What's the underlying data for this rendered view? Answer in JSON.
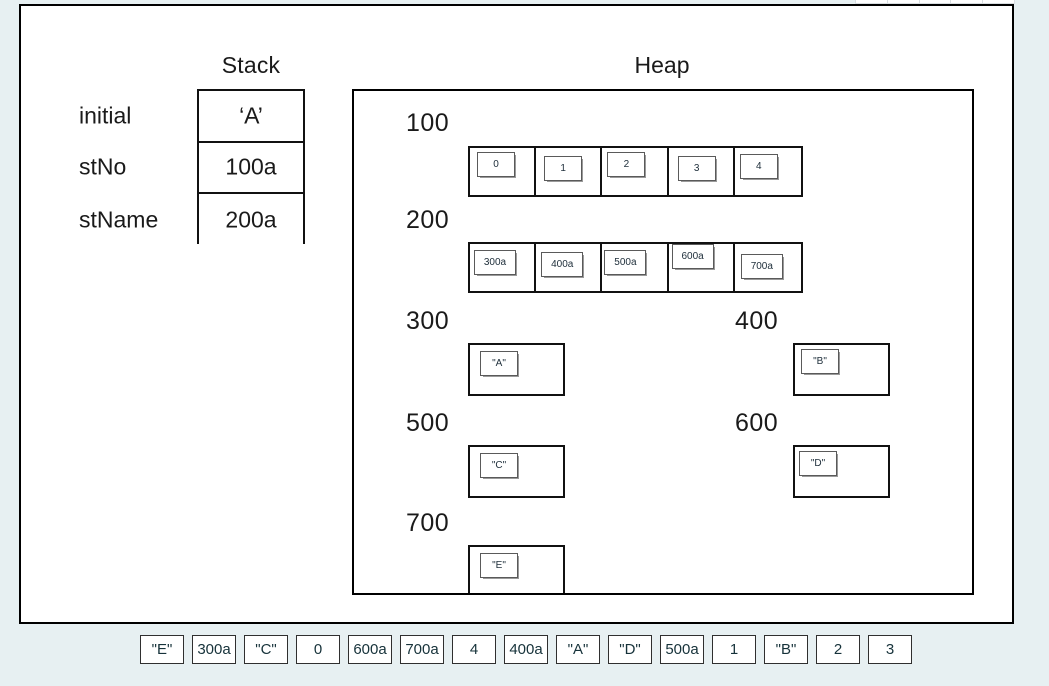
{
  "background_color": "#e7f0f2",
  "panel_color": "#ffffff",
  "top_strip": {
    "name": "clipped-table-strip",
    "cells": [
      "",
      "",
      "",
      "",
      ""
    ]
  },
  "stack": {
    "title": "Stack",
    "rows": [
      {
        "label": "initial",
        "value": "‘A’"
      },
      {
        "label": "stNo",
        "value": "100a"
      },
      {
        "label": "stName",
        "value": "200a"
      }
    ]
  },
  "heap": {
    "title": "Heap",
    "array_rows": [
      {
        "address": "100",
        "slots": [
          {
            "value": "0"
          },
          {
            "value": "1"
          },
          {
            "value": "2"
          },
          {
            "value": "3"
          },
          {
            "value": "4"
          }
        ]
      },
      {
        "address": "200",
        "slots": [
          {
            "value": "300a"
          },
          {
            "value": "400a"
          },
          {
            "value": "500a"
          },
          {
            "value": "600a"
          },
          {
            "value": "700a"
          }
        ]
      }
    ],
    "single_boxes": [
      {
        "address": "300",
        "value": "\"A\""
      },
      {
        "address": "400",
        "value": "\"B\""
      },
      {
        "address": "500",
        "value": "\"C\""
      },
      {
        "address": "600",
        "value": "\"D\""
      },
      {
        "address": "700",
        "value": "\"E\""
      }
    ]
  },
  "tray": {
    "tiles": [
      "\"E\"",
      "300a",
      "\"C\"",
      "0",
      "600a",
      "700a",
      "4",
      "400a",
      "\"A\"",
      "\"D\"",
      "500a",
      "1",
      "\"B\"",
      "2",
      "3"
    ]
  }
}
